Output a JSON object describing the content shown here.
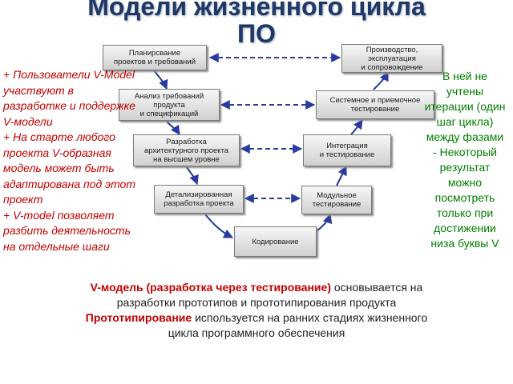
{
  "title": {
    "line1": "Модели жизненного цикла",
    "line2": "ПО"
  },
  "diagram": {
    "left_boxes": [
      [
        "Планирсвание",
        "проектов и требований"
      ],
      [
        "Анализ требований",
        "продукта",
        "и спецификаций"
      ],
      [
        "Разработка",
        "архитектурного проекта",
        "на высшем уровне"
      ],
      [
        "Детализированная",
        "разработка проекта"
      ]
    ],
    "right_boxes": [
      [
        "Производство,",
        "эксплуатация",
        "и сопровождение"
      ],
      [
        "Системное и приемочное",
        "тестирование"
      ],
      [
        "Интеграция",
        "и тестирование"
      ],
      [
        "Модульное",
        "тестирование"
      ]
    ],
    "bottom_box": [
      "Кодирование"
    ],
    "colors": {
      "arrow": "#1f3a93",
      "dashed": "#2b3aa0"
    }
  },
  "left_text": {
    "items": [
      "+ Пользователи V-Model участвуют в разработке и поддержке V-модели",
      "+ На старте любого проекта V-образная модель может быть адаптирована под этот проект",
      "+ V-model позволяет разбить деятельность на отдельные шаги"
    ],
    "color": "#c00000"
  },
  "right_text": {
    "items": [
      "В ней не учтены итерации (один шаг цикла) между фазами",
      "- Некоторый результат можно посмотреть только при достижении низа буквы V"
    ],
    "color": "#008000"
  },
  "bottom": {
    "line1_highlight": "V-модель (разработка через тестирование)",
    "line1_rest": " основывается на",
    "line2": "разработки прототипов и прототипирования продукта",
    "line3_highlight": "Прототипирование",
    "line3_rest": " используется на ранних стадиях жизненного",
    "line4": "цикла программного обеспечения"
  }
}
